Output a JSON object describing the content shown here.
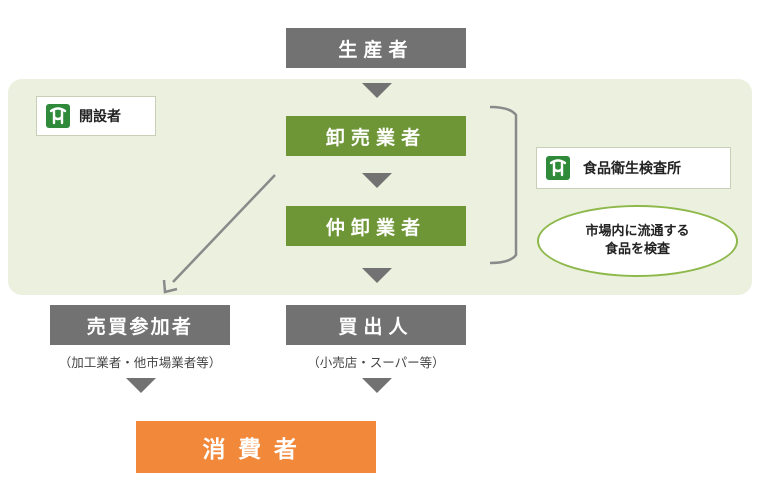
{
  "producer": "生産者",
  "operator": "開設者",
  "wholesaler": "卸売業者",
  "intermediate_wholesaler": "仲卸業者",
  "inspection_office": "食品衛生検査所",
  "inspection_note": [
    "市場内に流通する",
    "食品を検査"
  ],
  "trading_participant": "売買参加者",
  "trading_participant_note": "（加工業者・他市場業者等）",
  "buyer": "買出人",
  "buyer_note": "（小売店・スーパー等）",
  "consumer": "消費者",
  "colors": {
    "gray": "#727272",
    "green": "#6e9536",
    "orange": "#f2883a",
    "panel": "#ecf0df"
  }
}
